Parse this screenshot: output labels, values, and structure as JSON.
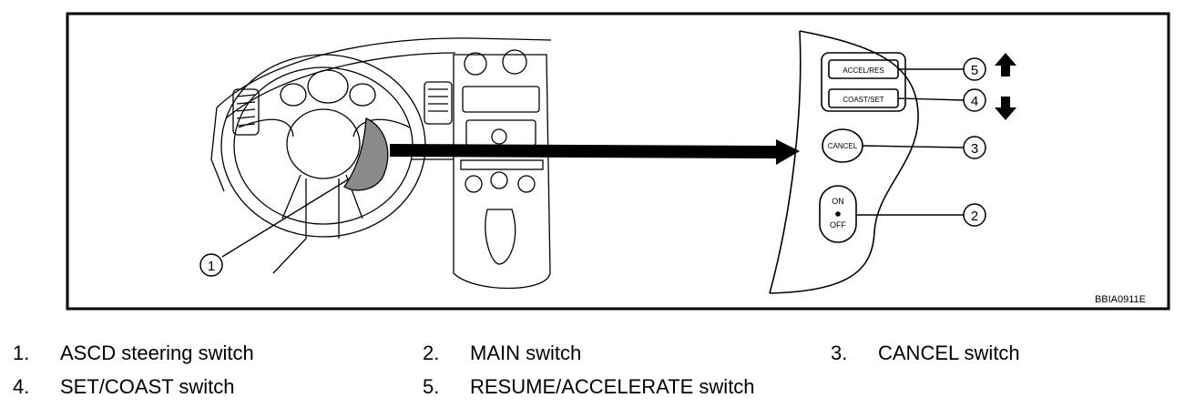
{
  "figure": {
    "code": "BBIA0911E",
    "callouts": [
      "1",
      "2",
      "3",
      "4",
      "5"
    ],
    "switch_labels": {
      "resume": "ACCEL/RES",
      "set": "COAST/SET",
      "cancel": "CANCEL",
      "on": "ON",
      "off": "OFF"
    }
  },
  "legend": [
    {
      "num": "1.",
      "label": "ASCD steering switch"
    },
    {
      "num": "2.",
      "label": "MAIN switch"
    },
    {
      "num": "3.",
      "label": "CANCEL switch"
    },
    {
      "num": "4.",
      "label": "SET/COAST switch"
    },
    {
      "num": "5.",
      "label": "RESUME/ACCELERATE switch"
    }
  ]
}
